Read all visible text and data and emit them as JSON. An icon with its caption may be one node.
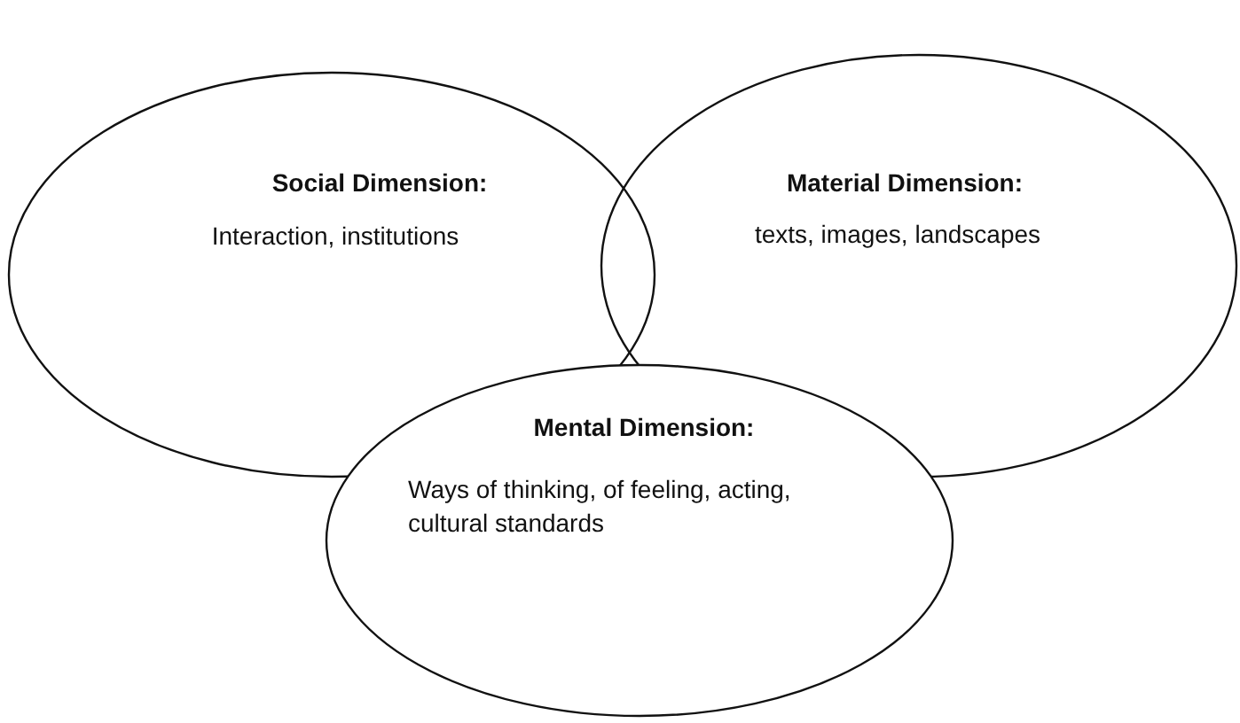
{
  "diagram": {
    "nodes": [
      {
        "text": [
          "Social Dimension:",
          "Interaction, institutions"
        ]
      },
      {
        "text": [
          "Material Dimension:",
          "texts, images, landscapes"
        ]
      },
      {
        "text": [
          "Mental Dimension:",
          "Ways of thinking, of feeling, acting, cultural standards"
        ]
      }
    ]
  }
}
